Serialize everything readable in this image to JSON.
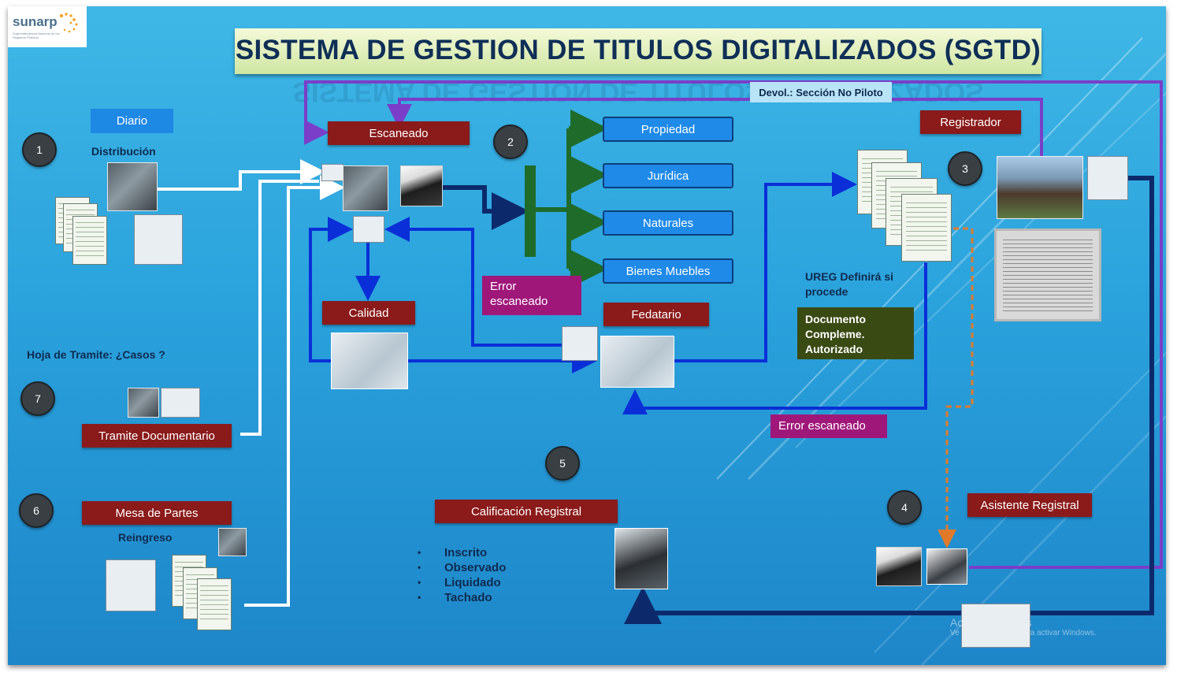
{
  "logo": {
    "text": "sunarp",
    "subtext": "Superintendencia Nacional de los Registros Públicos"
  },
  "title": "SISTEMA DE GESTION DE TITULOS DIGITALIZADOS  (SGTD)",
  "devol_label": "Devol.: Sección No Piloto",
  "labels": {
    "diario": "Diario",
    "distribucion": "Distribución",
    "escaneado": "Escaneado",
    "calidad": "Calidad",
    "error_escaneado_1": "Error escaneado",
    "fedatario": "Fedatario",
    "registrador": "Registrador",
    "ureg": "UREG Definirá si procede",
    "error_escaneado_2": "Error escaneado",
    "hoja_tramite": "Hoja de Tramite: ¿Casos ?",
    "tramite_documentario": "Tramite Documentario",
    "mesa_partes": "Mesa de Partes",
    "reingreso": "Reingreso",
    "calificacion_registral": "Calificación Registral",
    "asistente_registral": "Asistente Registral"
  },
  "categories": [
    "Propiedad",
    "Jurídica",
    "Naturales",
    "Bienes Muebles"
  ],
  "documento_box": "Documento Compleme. Autorizado",
  "steps": [
    "1",
    "2",
    "3",
    "4",
    "5",
    "6",
    "7"
  ],
  "calificacion_estados": [
    "Inscrito",
    "Observado",
    "Liquidado",
    "Tachado"
  ],
  "watermark": {
    "line1": "Activar Windows",
    "line2": "Ve a Configuración para activar Windows."
  },
  "colors": {
    "background": "#2aa2dc",
    "red_label": "#8b1a1a",
    "blue_label": "#1e88e5",
    "magenta_label": "#a0177a",
    "arrow_blue": "#0a2fd8",
    "arrow_navy": "#0c2a6b",
    "arrow_purple": "#7a3ec9",
    "arrow_orange": "#e07a2a",
    "arrow_green": "#1f6b2a",
    "title_text": "#0f2f57"
  }
}
